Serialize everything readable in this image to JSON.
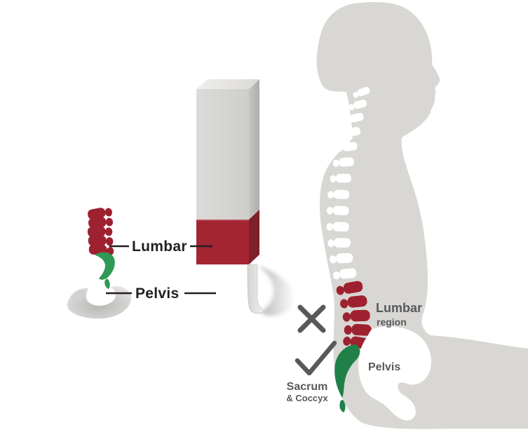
{
  "labels": {
    "mini_lumbar": "Lumbar",
    "mini_pelvis": "Pelvis",
    "figure_lumbar_line1": "Lumbar",
    "figure_lumbar_line2": "region",
    "figure_pelvis": "Pelvis",
    "figure_sacrum_line1": "Sacrum",
    "figure_sacrum_line2": "& Coccyx"
  },
  "icons": {
    "incorrect_mark": "x-icon",
    "correct_mark": "check-icon"
  },
  "colors": {
    "column_red": "#a32532",
    "column_red_dark": "#7e2029",
    "vertebra_red": "#9e2130",
    "sacrum_green": "#1f8148",
    "mini_sacrum_green": "#2e9a55",
    "silhouette": "#d8d7d3",
    "label_dark": "#231f20",
    "label_gray": "#58595b"
  }
}
